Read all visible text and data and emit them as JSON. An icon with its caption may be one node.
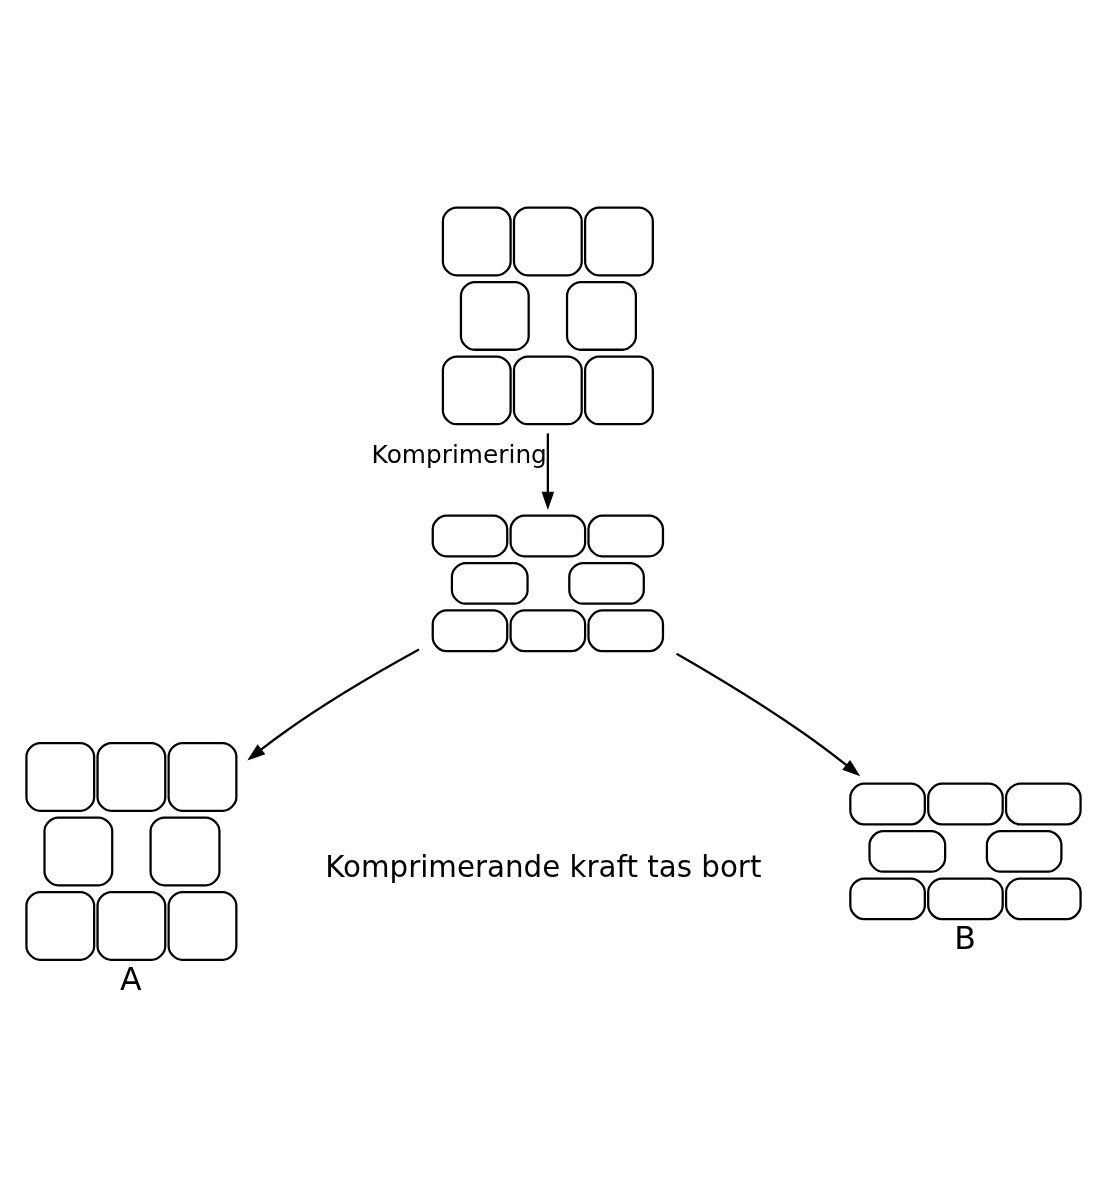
{
  "diagram": {
    "nodes": [
      {
        "text": [],
        "shape": "picture"
      },
      {
        "text": [],
        "shape": "picture"
      },
      {
        "text": [],
        "shape": "picture",
        "beside": [
          "A"
        ]
      },
      {
        "text": [],
        "shape": "picture",
        "beside": [
          "B"
        ]
      }
    ],
    "edges": [
      {
        "from": 0,
        "to": 1,
        "arrow": "to",
        "label": "Komprimering"
      },
      {
        "from": 1,
        "to": 2,
        "arrow": "to"
      },
      {
        "from": 1,
        "to": 3,
        "arrow": "to"
      }
    ],
    "labels": [
      "Komprimerande kraft tas bort"
    ]
  }
}
